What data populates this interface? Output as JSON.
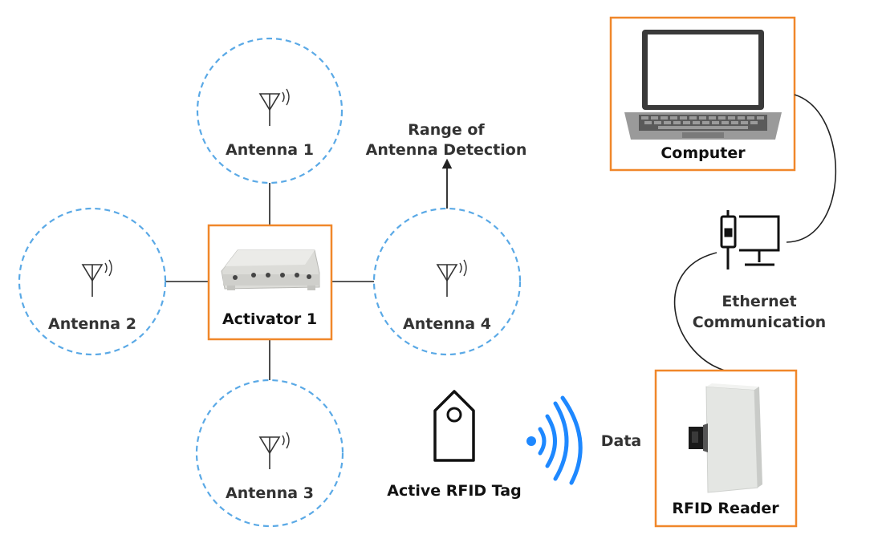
{
  "colors": {
    "range_dashed": "#5aa9e6",
    "box_border": "#f0872a",
    "signal": "#1e88ff",
    "line": "#222222"
  },
  "antennas": [
    {
      "label": "Antenna 1"
    },
    {
      "label": "Antenna 2"
    },
    {
      "label": "Antenna 3"
    },
    {
      "label": "Antenna 4"
    }
  ],
  "activator": {
    "label": "Activator 1"
  },
  "range_note": {
    "line1": "Range of",
    "line2": "Antenna Detection"
  },
  "tag": {
    "label": "Active RFID Tag"
  },
  "data_link": {
    "label": "Data"
  },
  "computer": {
    "label": "Computer"
  },
  "ethernet": {
    "line1": "Ethernet",
    "line2": "Communication"
  },
  "reader": {
    "label": "RFID Reader"
  },
  "icons": [
    "antenna-icon",
    "device-box-icon",
    "rfid-tag-icon",
    "wireless-signal-icon",
    "laptop-icon",
    "ethernet-network-icon",
    "rfid-reader-panel-icon",
    "arrow-up-icon"
  ]
}
